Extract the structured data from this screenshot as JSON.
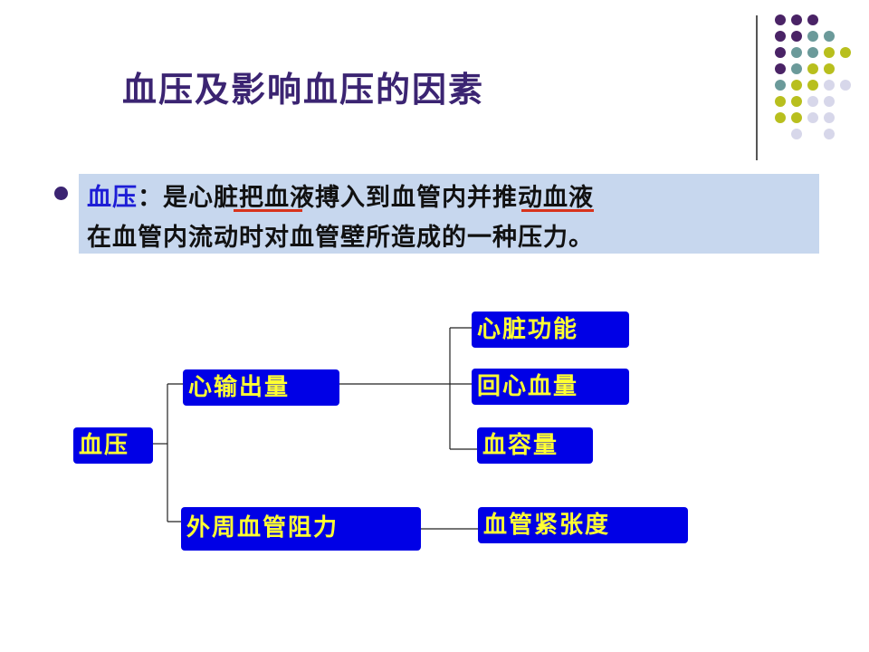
{
  "title": "血压及影响血压的因素",
  "definition": {
    "term": "血压",
    "line1_rest": "：是心脏把血液搏入到血管内并推动血液",
    "line2": "在血管内流动时对血管壁所造成的一种压力。"
  },
  "diagram": {
    "root": "血压",
    "branch1": "心输出量",
    "branch2": "外周血管阻力",
    "factor1": "心脏功能",
    "factor2": "回心血量",
    "factor3": "血容量",
    "factor4": "血管紧张度"
  },
  "colors": {
    "title": "#3b2472",
    "node_bg": "#0000e6",
    "node_text": "#ffff33",
    "definition_bg": "#c7d7ee",
    "term": "#1d1dd6",
    "underline": "#d8331c"
  }
}
